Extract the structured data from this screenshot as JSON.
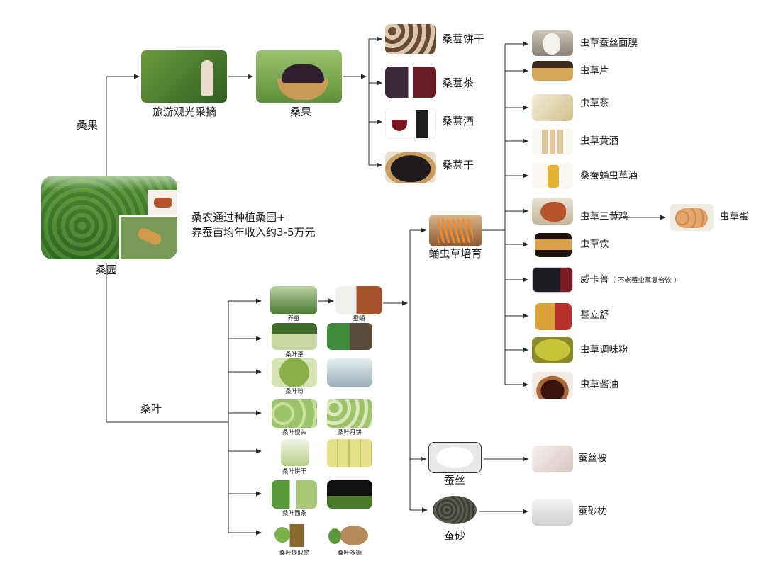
{
  "colors": {
    "line": "#2a2a2a",
    "leaf": "#6f9a3a",
    "berry": "#3a2a3a",
    "cordyceps": "#e07a2a",
    "silk": "#f2f2f2"
  },
  "root": {
    "label": "桑园",
    "note_line1": "桑农通过种植桑园+",
    "note_line2": "养蚕亩均年收入约3-5万元"
  },
  "branch_fruit": {
    "label": "桑果",
    "tourism": "旅游观光采摘",
    "fruit": "桑果",
    "products": [
      "桑葚饼干",
      "桑葚茶",
      "桑葚酒",
      "桑葚干"
    ]
  },
  "branch_leaf": {
    "label": "桑叶",
    "items": [
      "养蚕",
      "蚕蛹",
      "桑叶茶",
      "桑叶粉",
      "桑叶馒头",
      "桑叶月饼",
      "桑叶饼干",
      "桑叶面条",
      "桑叶提取物",
      "桑叶多糖"
    ]
  },
  "cordyceps": {
    "label": "蛹虫草培育",
    "products": [
      "虫草蚕丝面膜",
      "虫草片",
      "虫草茶",
      "虫草黄酒",
      "桑蚕蛹虫草酒",
      "虫草三黄鸡",
      "虫草饮",
      "威卡普",
      "甚立舒",
      "虫草调味粉",
      "虫草酱油"
    ],
    "weikapu_note": "（ 不老莓虫草复合饮 ）",
    "egg": "虫草蛋"
  },
  "silk": {
    "label": "蚕丝",
    "product": "蚕丝被"
  },
  "sand": {
    "label": "蚕砂",
    "product": "蚕砂枕"
  }
}
